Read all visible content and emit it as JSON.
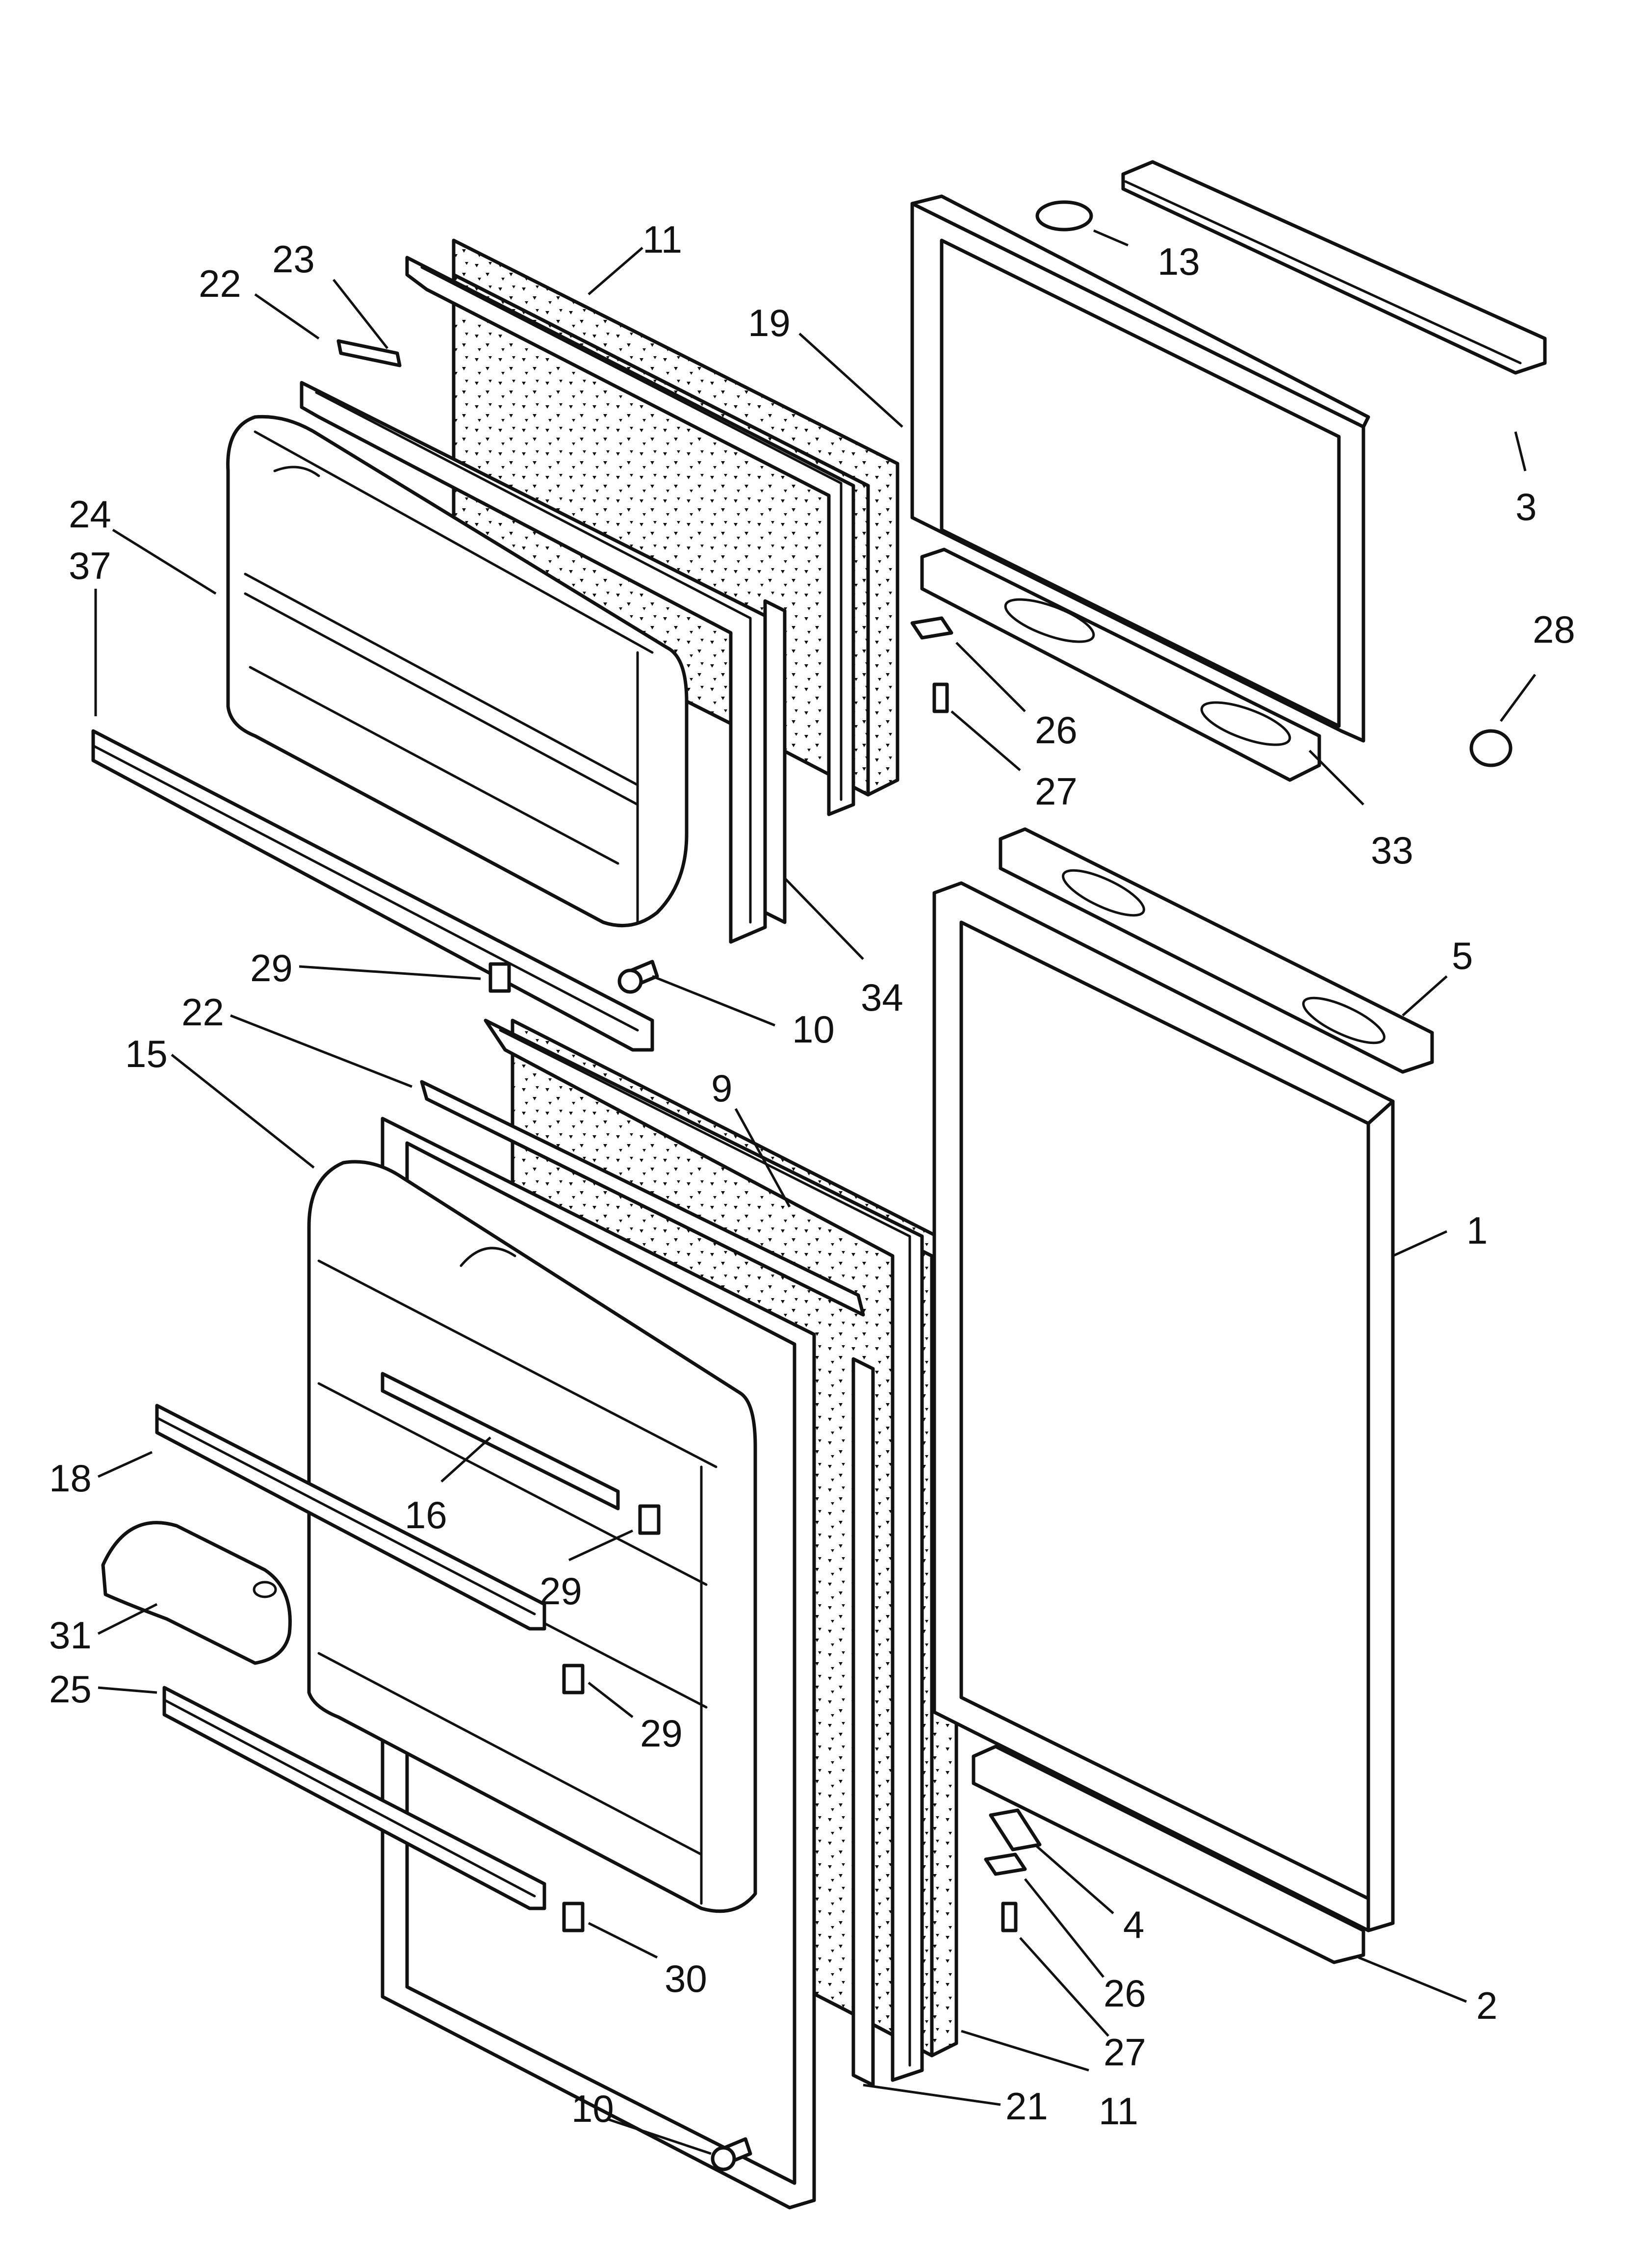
{
  "diagram": {
    "callouts": [
      {
        "id": "c11a",
        "text": "11"
      },
      {
        "id": "c23",
        "text": "23"
      },
      {
        "id": "c22a",
        "text": "22"
      },
      {
        "id": "c24",
        "text": "24"
      },
      {
        "id": "c37",
        "text": "37"
      },
      {
        "id": "c19",
        "text": "19"
      },
      {
        "id": "c13",
        "text": "13"
      },
      {
        "id": "c3",
        "text": "3"
      },
      {
        "id": "c28",
        "text": "28"
      },
      {
        "id": "c26a",
        "text": "26"
      },
      {
        "id": "c27a",
        "text": "27"
      },
      {
        "id": "c33",
        "text": "33"
      },
      {
        "id": "c5",
        "text": "5"
      },
      {
        "id": "c29a",
        "text": "29"
      },
      {
        "id": "c10a",
        "text": "10"
      },
      {
        "id": "c34",
        "text": "34"
      },
      {
        "id": "c22b",
        "text": "22"
      },
      {
        "id": "c15",
        "text": "15"
      },
      {
        "id": "c9",
        "text": "9"
      },
      {
        "id": "c1",
        "text": "1"
      },
      {
        "id": "c18",
        "text": "18"
      },
      {
        "id": "c16",
        "text": "16"
      },
      {
        "id": "c29b",
        "text": "29"
      },
      {
        "id": "c31",
        "text": "31"
      },
      {
        "id": "c25",
        "text": "25"
      },
      {
        "id": "c29c",
        "text": "29"
      },
      {
        "id": "c4",
        "text": "4"
      },
      {
        "id": "c30",
        "text": "30"
      },
      {
        "id": "c26b",
        "text": "26"
      },
      {
        "id": "c2",
        "text": "2"
      },
      {
        "id": "c27b",
        "text": "27"
      },
      {
        "id": "c10b",
        "text": "10"
      },
      {
        "id": "c21",
        "text": "21"
      },
      {
        "id": "c11b",
        "text": "11"
      }
    ]
  }
}
